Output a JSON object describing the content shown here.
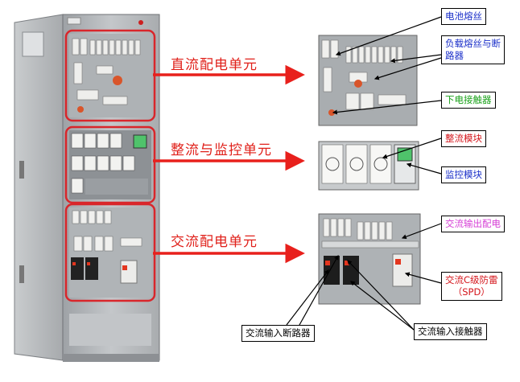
{
  "sections": {
    "dc": "直流配电单元",
    "rect": "整流与监控单元",
    "ac": "交流配电单元"
  },
  "callouts": {
    "battery_fuse": "电池熔丝",
    "load_fuse_line1": "负载熔丝与断",
    "load_fuse_line2": "路器",
    "low_voltage_contactor": "下电接触器",
    "rectifier_module": "整流模块",
    "monitor_module": "监控模块",
    "ac_output": "交流输出配电",
    "spd_line1": "交流C级防雷",
    "spd_line2": "（SPD）",
    "ac_input_breaker": "交流输入断路器",
    "ac_input_contactor": "交流输入接触器"
  },
  "colors": {
    "arrow_red": "#e8201c",
    "frame_red": "#d9262b",
    "callout_blue_text": "#1a2fc9",
    "callout_green_text": "#18a018",
    "callout_red_text": "#d4141a",
    "callout_magenta_text": "#d63fd6",
    "cabinet_gray": "#b9bcc0"
  },
  "icons": {
    "cabinet": "power-cabinet-image",
    "arrow": "right-arrow-icon"
  }
}
